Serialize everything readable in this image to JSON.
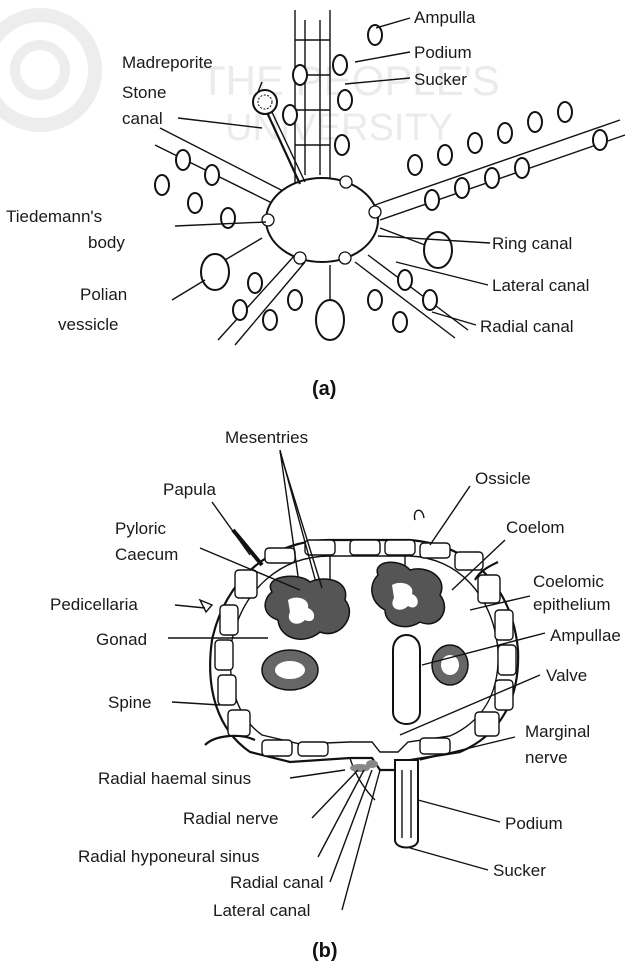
{
  "watermark": {
    "line1": "THE PEOPLE'S",
    "line2": "UNIVERSITY"
  },
  "diagram_a": {
    "caption": "(a)",
    "labels": {
      "ampulla": "Ampulla",
      "podium": "Podium",
      "sucker": "Sucker",
      "madreporite": "Madreporite",
      "stone_canal_1": "Stone",
      "stone_canal_2": "canal",
      "tiedemann_1": "Tiedemann's",
      "tiedemann_2": "body",
      "ring_canal": "Ring canal",
      "lateral_canal": "Lateral canal",
      "polian_1": "Polian",
      "polian_2": "vessicle",
      "radial_canal": "Radial canal"
    }
  },
  "diagram_b": {
    "caption": "(b)",
    "labels": {
      "mesentries": "Mesentries",
      "papula": "Papula",
      "ossicle": "Ossicle",
      "pyloric_1": "Pyloric",
      "pyloric_2": "Caecum",
      "coelom": "Coelom",
      "coelomic_1": "Coelomic",
      "coelomic_2": "epithelium",
      "pedicellaria": "Pedicellaria",
      "gonad": "Gonad",
      "ampullae": "Ampullae",
      "valve": "Valve",
      "spine": "Spine",
      "marginal_1": "Marginal",
      "marginal_2": "nerve",
      "radial_haemal_sinus": "Radial haemal sinus",
      "podium": "Podium",
      "radial_nerve": "Radial nerve",
      "radial_hyponeural_sinus": "Radial hyponeural sinus",
      "sucker": "Sucker",
      "radial_canal": "Radial canal",
      "lateral_canal": "Lateral canal"
    }
  }
}
